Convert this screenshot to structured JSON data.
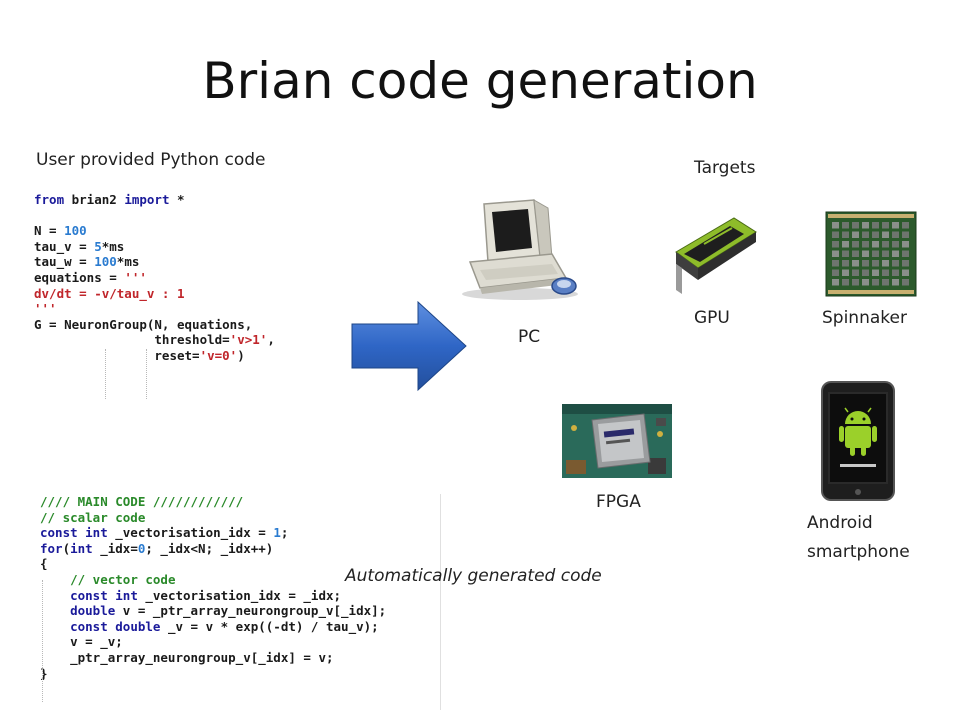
{
  "slide": {
    "title": "Brian code generation",
    "user_label": "User provided Python code",
    "targets_label": "Targets",
    "generated_label": "Automatically generated code"
  },
  "python_code": [
    [
      {
        "t": "from",
        "c": "kw"
      },
      {
        "t": " brian2 ",
        "c": "plain"
      },
      {
        "t": "import",
        "c": "kw"
      },
      {
        "t": " *",
        "c": "plain"
      }
    ],
    [],
    [
      {
        "t": "N = ",
        "c": "plain"
      },
      {
        "t": "100",
        "c": "num"
      }
    ],
    [
      {
        "t": "tau_v = ",
        "c": "plain"
      },
      {
        "t": "5",
        "c": "num"
      },
      {
        "t": "*ms",
        "c": "plain"
      }
    ],
    [
      {
        "t": "tau_w = ",
        "c": "plain"
      },
      {
        "t": "100",
        "c": "num"
      },
      {
        "t": "*ms",
        "c": "plain"
      }
    ],
    [
      {
        "t": "equations = ",
        "c": "plain"
      },
      {
        "t": "'''",
        "c": "str"
      }
    ],
    [
      {
        "t": "dv/dt = -v/tau_v : 1",
        "c": "str"
      }
    ],
    [
      {
        "t": "'''",
        "c": "str"
      }
    ],
    [
      {
        "t": "G = NeuronGroup(N, equations,",
        "c": "plain"
      }
    ],
    [
      {
        "t": "                threshold=",
        "c": "plain"
      },
      {
        "t": "'v>1'",
        "c": "str"
      },
      {
        "t": ",",
        "c": "plain"
      }
    ],
    [
      {
        "t": "                reset=",
        "c": "plain"
      },
      {
        "t": "'v=0'",
        "c": "str"
      },
      {
        "t": ")",
        "c": "plain"
      }
    ]
  ],
  "cpp_code": [
    [
      {
        "t": "//// MAIN CODE ////////////",
        "c": "comment"
      }
    ],
    [
      {
        "t": "// scalar code",
        "c": "comment"
      }
    ],
    [
      {
        "t": "const int",
        "c": "kw"
      },
      {
        "t": " _vectorisation_idx = ",
        "c": "plain"
      },
      {
        "t": "1",
        "c": "num"
      },
      {
        "t": ";",
        "c": "plain"
      }
    ],
    [
      {
        "t": "for",
        "c": "kw"
      },
      {
        "t": "(",
        "c": "plain"
      },
      {
        "t": "int",
        "c": "kw"
      },
      {
        "t": " _idx=",
        "c": "plain"
      },
      {
        "t": "0",
        "c": "num"
      },
      {
        "t": "; _idx<N; _idx++)",
        "c": "plain"
      }
    ],
    [
      {
        "t": "{",
        "c": "plain"
      }
    ],
    [
      {
        "t": "    ",
        "c": "plain"
      },
      {
        "t": "// vector code",
        "c": "comment"
      }
    ],
    [
      {
        "t": "    ",
        "c": "plain"
      },
      {
        "t": "const int",
        "c": "kw"
      },
      {
        "t": " _vectorisation_idx = _idx;",
        "c": "plain"
      }
    ],
    [
      {
        "t": "    ",
        "c": "plain"
      },
      {
        "t": "double",
        "c": "kw"
      },
      {
        "t": " v = _ptr_array_neurongroup_v[_idx];",
        "c": "plain"
      }
    ],
    [
      {
        "t": "    ",
        "c": "plain"
      },
      {
        "t": "const double",
        "c": "kw"
      },
      {
        "t": " _v = v * exp((-dt) / tau_v);",
        "c": "plain"
      }
    ],
    [
      {
        "t": "    v = _v;",
        "c": "plain"
      }
    ],
    [
      {
        "t": "    _ptr_array_neurongroup_v[_idx] = v;",
        "c": "plain"
      }
    ],
    [
      {
        "t": "}",
        "c": "plain"
      }
    ]
  ],
  "targets": [
    {
      "id": "pc",
      "label": "PC",
      "icon": "pc-icon"
    },
    {
      "id": "gpu",
      "label": "GPU",
      "icon": "gpu-card-icon"
    },
    {
      "id": "spinnaker",
      "label": "Spinnaker",
      "icon": "spinnaker-board-icon"
    },
    {
      "id": "fpga",
      "label": "FPGA",
      "icon": "fpga-board-icon"
    },
    {
      "id": "android",
      "label_line1": "Android",
      "label_line2": "smartphone",
      "icon": "android-phone-icon"
    }
  ],
  "arrow": {
    "icon": "arrow-right-icon",
    "color": "#2f66c6"
  }
}
